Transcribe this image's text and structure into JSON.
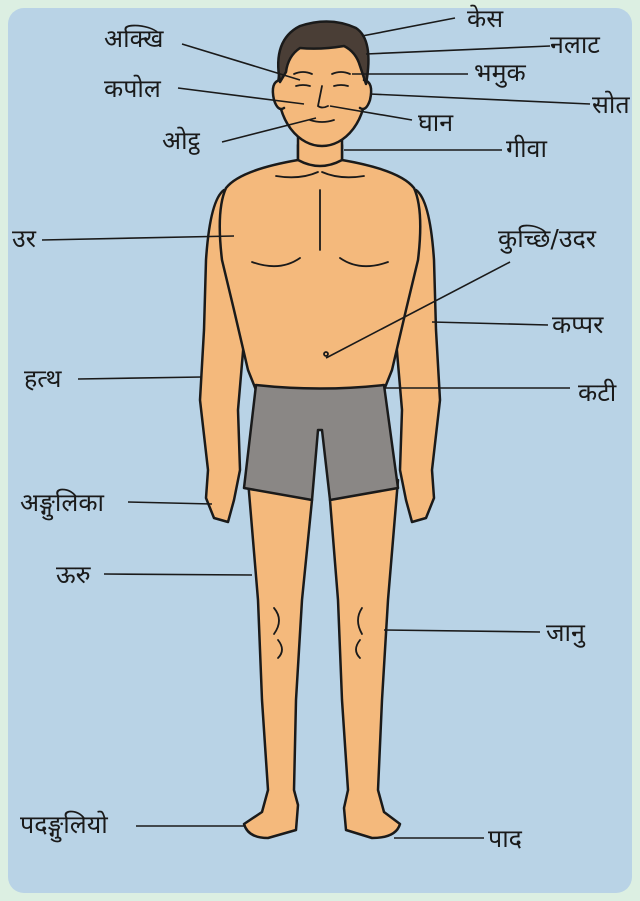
{
  "colors": {
    "panel": "#b9d3e6",
    "outer": "#dcefe2",
    "skin": "#f4b97c",
    "shorts": "#8a8785",
    "hair": "#4a3e36",
    "line": "#1a1a1a"
  },
  "labels": {
    "kes": "केस",
    "nalat": "नलाट",
    "akkhi": "अक्खि",
    "bhamuk": "भमुक",
    "kapol": "कपोल",
    "ghan": "घान",
    "sot": "सोत",
    "oth": "ओट्ठ",
    "giva": "गीवा",
    "ur": "उर",
    "kuchchhi": "कुच्छि/उदर",
    "kappar": "कप्पर",
    "hattha": "हत्थ",
    "kati": "कटी",
    "anguli": "अङ्गुलिका",
    "uru": "ऊरु",
    "janu": "जानु",
    "padanguli": "पदङ्गुलियो",
    "pada": "पाद"
  }
}
